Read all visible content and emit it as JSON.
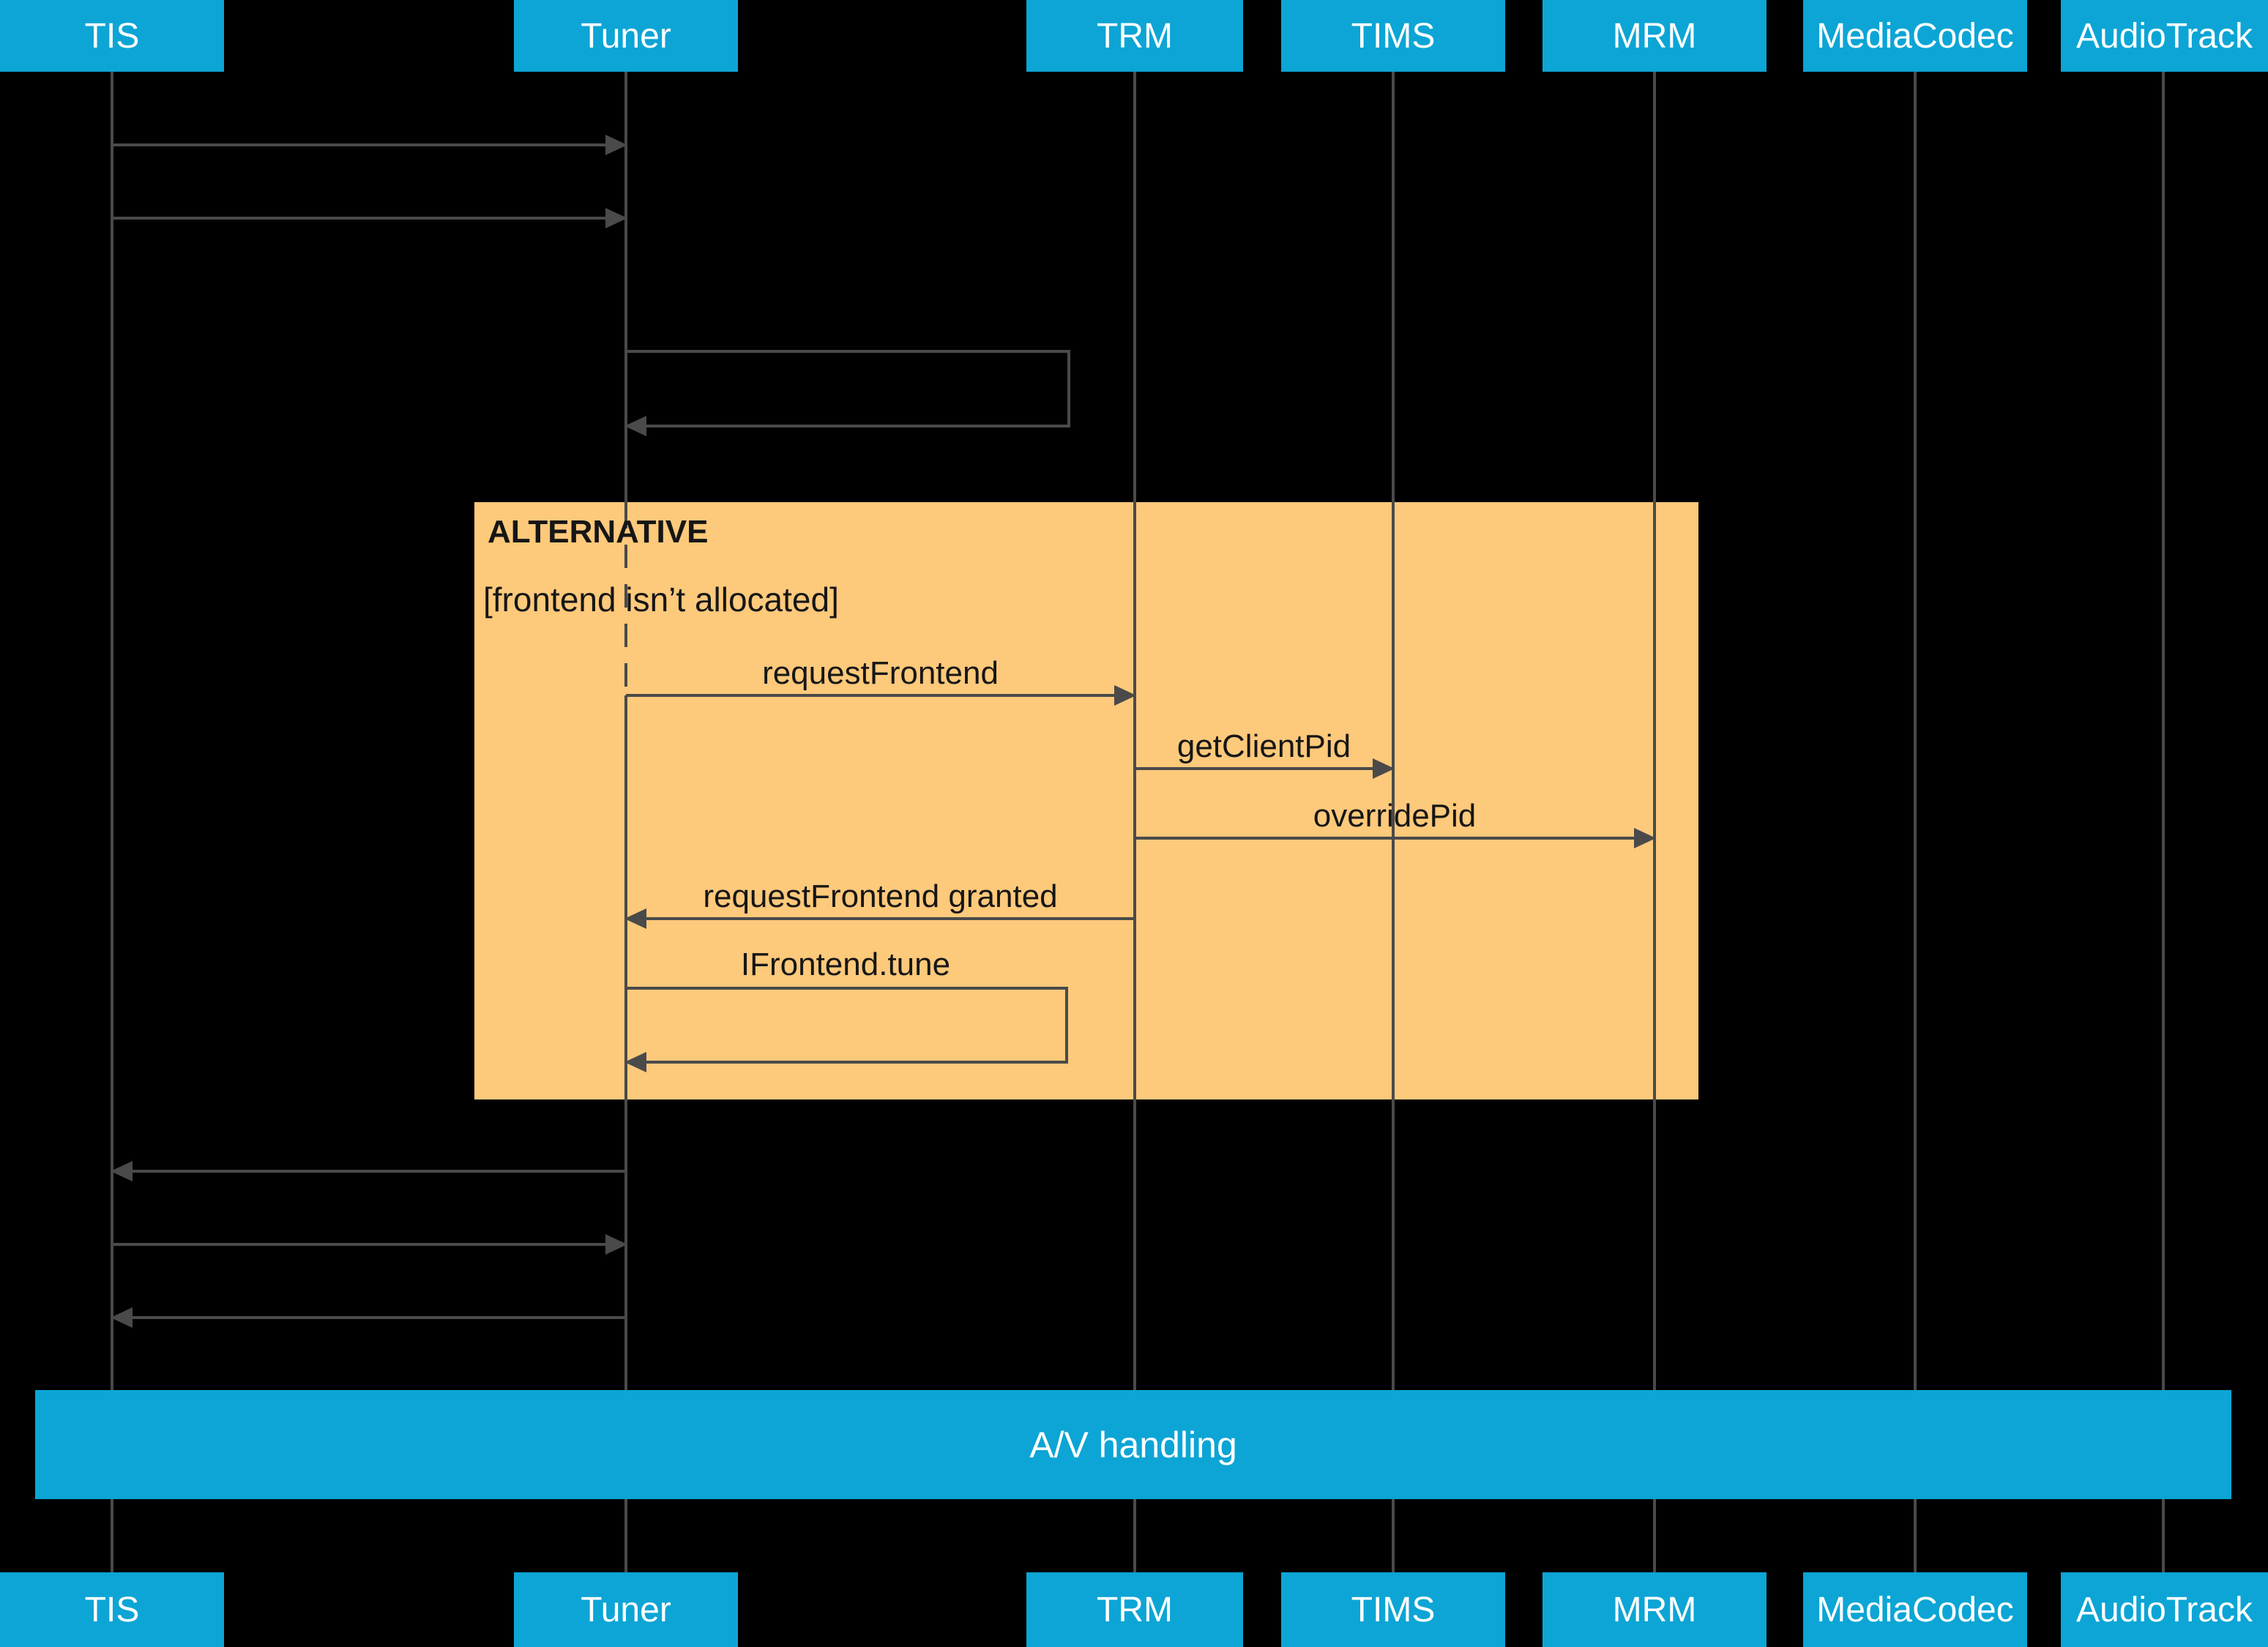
{
  "participants": [
    "TIS",
    "Tuner",
    "TRM",
    "TIMS",
    "MRM",
    "MediaCodec",
    "AudioTrack"
  ],
  "fragment": {
    "operator": "ALTERNATIVE",
    "guard": "[frontend isn’t allocated]"
  },
  "arrows": [
    {
      "from": "TIS",
      "to": "Tuner",
      "type": "message",
      "direction": "right",
      "label": ""
    },
    {
      "from": "TIS",
      "to": "Tuner",
      "type": "message",
      "direction": "right",
      "label": ""
    },
    {
      "from": "Tuner",
      "to": "Tuner",
      "type": "self",
      "direction": "left",
      "label": ""
    },
    {
      "from": "Tuner",
      "to": "TRM",
      "type": "message",
      "direction": "right",
      "label": "requestFrontend"
    },
    {
      "from": "TRM",
      "to": "TIMS",
      "type": "message",
      "direction": "right",
      "label": "getClientPid"
    },
    {
      "from": "TRM",
      "to": "MRM",
      "type": "message",
      "direction": "right",
      "label": "overridePid"
    },
    {
      "from": "TRM",
      "to": "Tuner",
      "type": "message",
      "direction": "left",
      "label": "requestFrontend granted"
    },
    {
      "from": "Tuner",
      "to": "Tuner",
      "type": "self",
      "direction": "left",
      "label": "IFrontend.tune"
    },
    {
      "from": "Tuner",
      "to": "TIS",
      "type": "message",
      "direction": "left",
      "label": ""
    },
    {
      "from": "TIS",
      "to": "Tuner",
      "type": "message",
      "direction": "right",
      "label": ""
    },
    {
      "from": "Tuner",
      "to": "TIS",
      "type": "message",
      "direction": "left",
      "label": ""
    }
  ],
  "av_bar": {
    "label": "A/V handling"
  },
  "colors": {
    "background": "#000000",
    "participant_fill": "#0ca5d5",
    "participant_text": "#ffffff",
    "fragment_fill": "#fdc97b",
    "line": "#4a4a4a",
    "message_text": "#161616"
  }
}
